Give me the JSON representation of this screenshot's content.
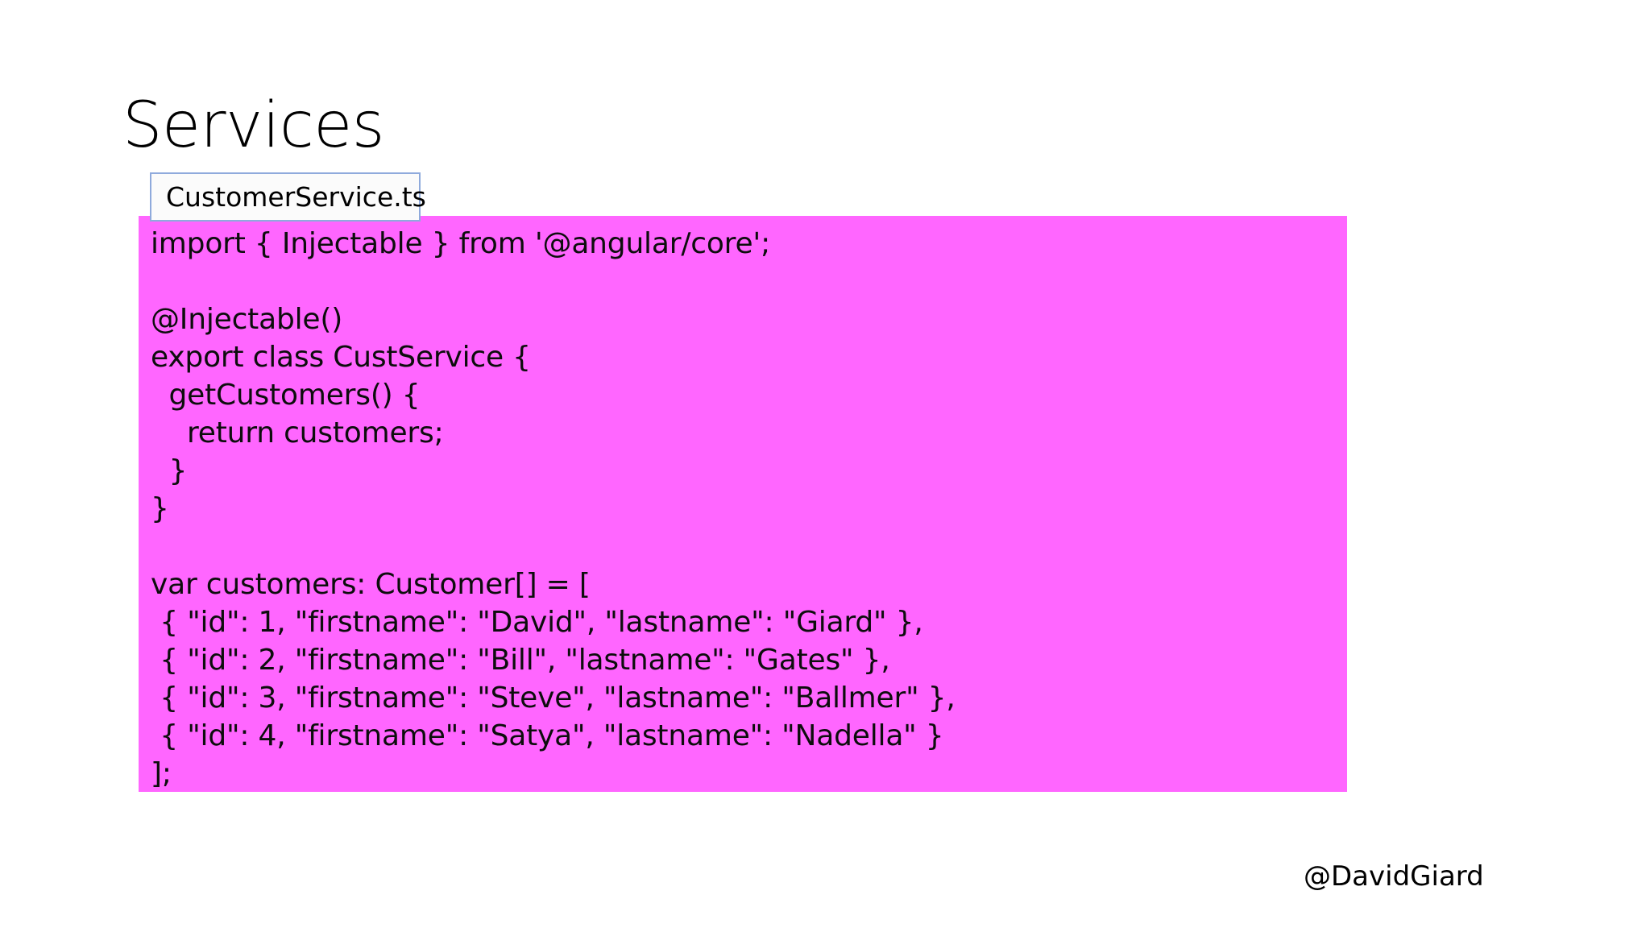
{
  "slide": {
    "title": "Services",
    "background_color": "#ffffff"
  },
  "file_tab": {
    "label": "CustomerService.ts",
    "border_color": "#8faadc",
    "fill_color": "#fbfbfb"
  },
  "code_block": {
    "background_color": "#ff66ff",
    "text_color": "#0d0d0d",
    "language": "typescript",
    "lines": [
      "import { Injectable } from '@angular/core';",
      "",
      "@Injectable()",
      "export class CustService {",
      "  getCustomers() {",
      "    return customers;",
      "  }",
      "}",
      "",
      "var customers: Customer[] = [",
      " { \"id\": 1, \"firstname\": \"David\", \"lastname\": \"Giard\" },",
      " { \"id\": 2, \"firstname\": \"Bill\", \"lastname\": \"Gates\" },",
      " { \"id\": 3, \"firstname\": \"Steve\", \"lastname\": \"Ballmer\" },",
      " { \"id\": 4, \"firstname\": \"Satya\", \"lastname\": \"Nadella\" }",
      "];"
    ],
    "customers": [
      {
        "id": 1,
        "firstname": "David",
        "lastname": "Giard"
      },
      {
        "id": 2,
        "firstname": "Bill",
        "lastname": "Gates"
      },
      {
        "id": 3,
        "firstname": "Steve",
        "lastname": "Ballmer"
      },
      {
        "id": 4,
        "firstname": "Satya",
        "lastname": "Nadella"
      }
    ]
  },
  "footer": {
    "handle": "@DavidGiard"
  }
}
